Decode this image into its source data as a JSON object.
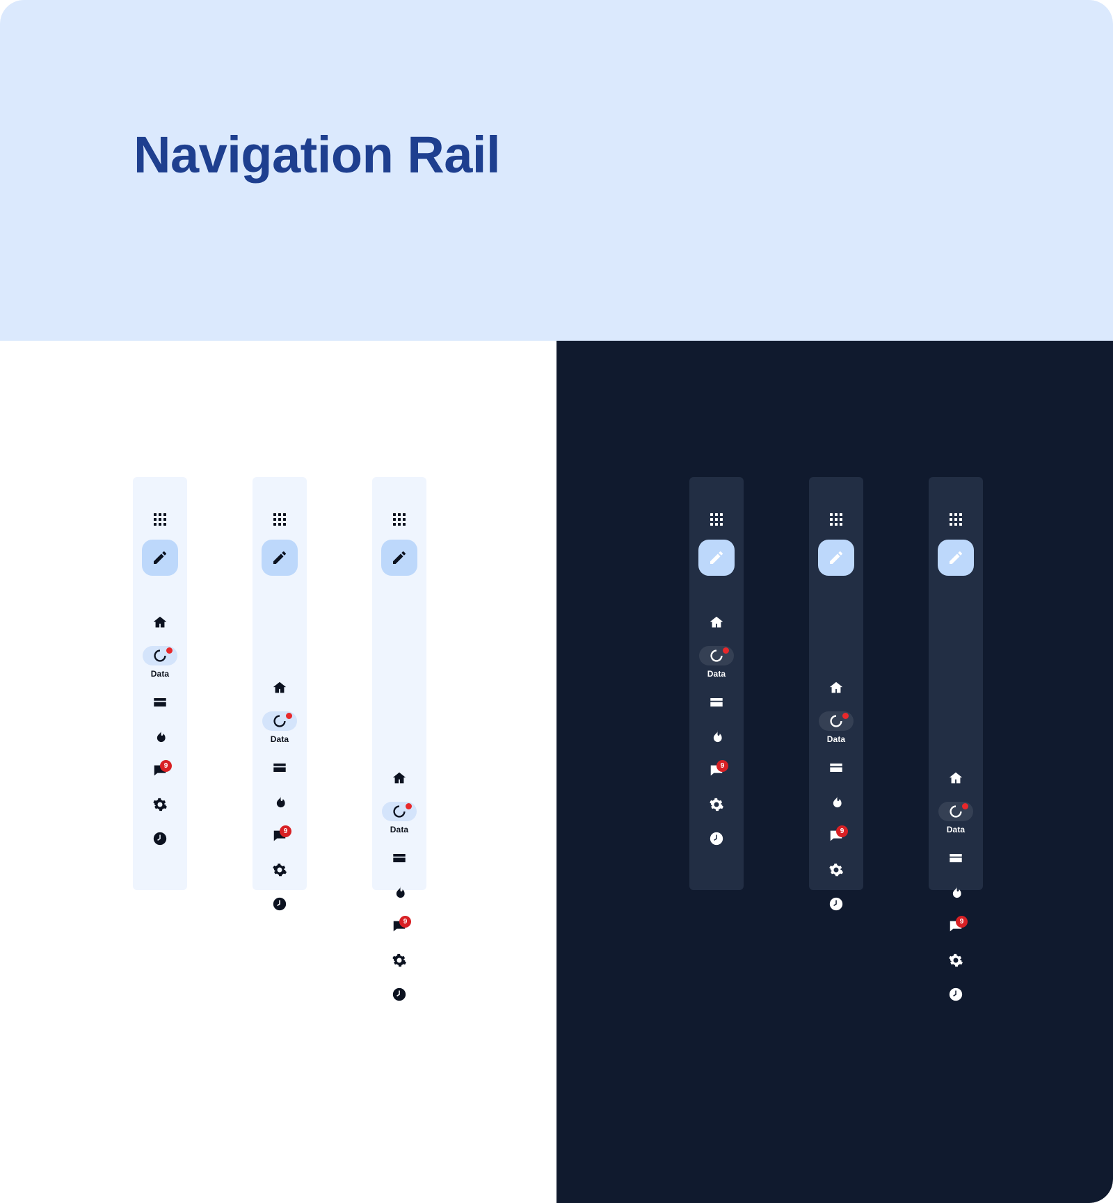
{
  "header": {
    "title": "Navigation Rail",
    "bg_color": "#dbe9fd",
    "title_color": "#1e3f8f"
  },
  "theme": {
    "light_panel_bg": "#ffffff",
    "dark_panel_bg": "#101a2e",
    "rail_light_bg": "#eff5fe",
    "rail_dark_bg": "#222e44",
    "fab_bg": "#bdd8fb",
    "badge_color": "#d82024",
    "accent": "#1e3f8f"
  },
  "rail": {
    "menu_icon": "apps-grid-icon",
    "fab_icon": "pencil-edit-icon",
    "items": [
      {
        "icon": "home-icon",
        "label": "",
        "active": false,
        "badge": ""
      },
      {
        "icon": "loader-data-icon",
        "label": "Data",
        "active": true,
        "badge": "dot"
      },
      {
        "icon": "credit-card-icon",
        "label": "",
        "active": false,
        "badge": ""
      },
      {
        "icon": "flame-icon",
        "label": "",
        "active": false,
        "badge": ""
      },
      {
        "icon": "message-icon",
        "label": "",
        "active": false,
        "badge": "9"
      },
      {
        "icon": "settings-gear-icon",
        "label": "",
        "active": false,
        "badge": ""
      },
      {
        "icon": "clock-icon",
        "label": "",
        "active": false,
        "badge": ""
      }
    ]
  },
  "variants": [
    {
      "name": "align-top",
      "alignment": "top"
    },
    {
      "name": "align-center",
      "alignment": "center"
    },
    {
      "name": "align-bottom",
      "alignment": "bottom"
    }
  ]
}
